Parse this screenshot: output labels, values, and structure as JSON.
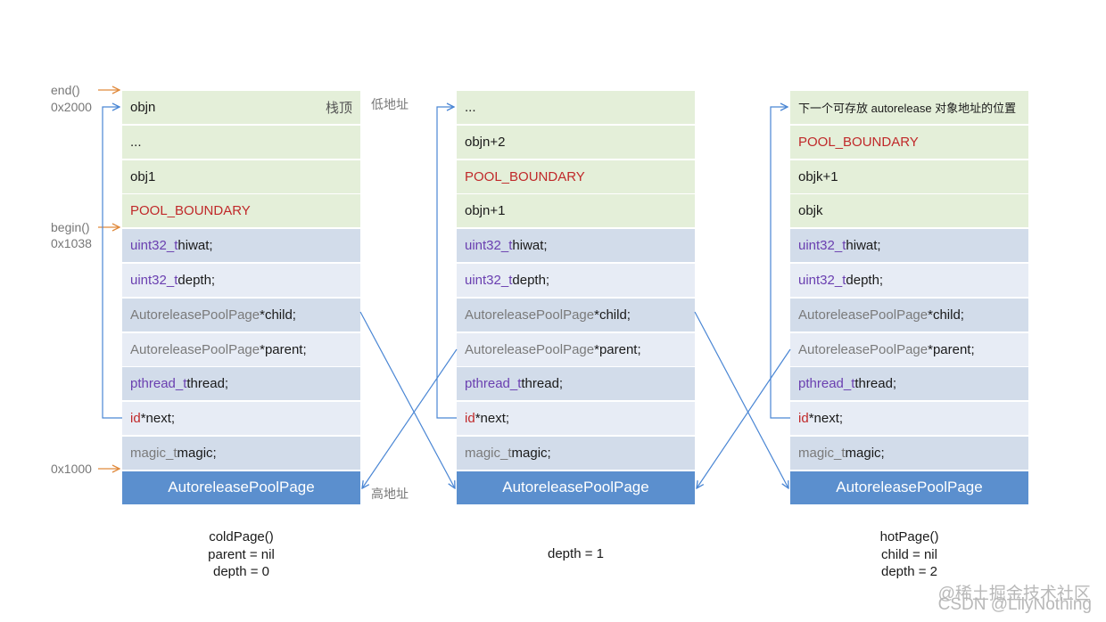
{
  "columns": [
    {
      "cells": [
        {
          "parts": [
            {
              "text": "objn",
              "color": "dark"
            }
          ],
          "bg": "green",
          "tag": "栈顶"
        },
        {
          "parts": [
            {
              "text": "...",
              "color": "dark"
            }
          ],
          "bg": "green"
        },
        {
          "parts": [
            {
              "text": "obj1",
              "color": "dark"
            }
          ],
          "bg": "green"
        },
        {
          "parts": [
            {
              "text": "POOL_BOUNDARY",
              "color": "red"
            }
          ],
          "bg": "green"
        },
        {
          "parts": [
            {
              "text": "uint32_t",
              "color": "purple"
            },
            {
              "text": " hiwat;",
              "color": "dark"
            }
          ],
          "bg": "blue-d"
        },
        {
          "parts": [
            {
              "text": "uint32_t",
              "color": "purple"
            },
            {
              "text": " depth;",
              "color": "dark"
            }
          ],
          "bg": "blue-l"
        },
        {
          "parts": [
            {
              "text": "AutoreleasePoolPage",
              "color": "grey"
            },
            {
              "text": " *child;",
              "color": "dark"
            }
          ],
          "bg": "blue-d"
        },
        {
          "parts": [
            {
              "text": "AutoreleasePoolPage",
              "color": "grey"
            },
            {
              "text": " *parent;",
              "color": "dark"
            }
          ],
          "bg": "blue-l"
        },
        {
          "parts": [
            {
              "text": "pthread_t",
              "color": "purple"
            },
            {
              "text": " thread;",
              "color": "dark"
            }
          ],
          "bg": "blue-d"
        },
        {
          "parts": [
            {
              "text": "id",
              "color": "red"
            },
            {
              "text": " *next;",
              "color": "dark"
            }
          ],
          "bg": "blue-l"
        },
        {
          "parts": [
            {
              "text": "magic_t",
              "color": "grey"
            },
            {
              "text": " magic;",
              "color": "dark"
            }
          ],
          "bg": "blue-d"
        }
      ],
      "footer": "AutoreleasePoolPage",
      "caption": [
        "coldPage()",
        "parent = nil",
        "depth = 0"
      ]
    },
    {
      "cells": [
        {
          "parts": [
            {
              "text": "...",
              "color": "dark"
            }
          ],
          "bg": "green"
        },
        {
          "parts": [
            {
              "text": "objn+2",
              "color": "dark"
            }
          ],
          "bg": "green"
        },
        {
          "parts": [
            {
              "text": "POOL_BOUNDARY",
              "color": "red"
            }
          ],
          "bg": "green"
        },
        {
          "parts": [
            {
              "text": "objn+1",
              "color": "dark"
            }
          ],
          "bg": "green"
        },
        {
          "parts": [
            {
              "text": "uint32_t",
              "color": "purple"
            },
            {
              "text": " hiwat;",
              "color": "dark"
            }
          ],
          "bg": "blue-d"
        },
        {
          "parts": [
            {
              "text": "uint32_t",
              "color": "purple"
            },
            {
              "text": " depth;",
              "color": "dark"
            }
          ],
          "bg": "blue-l"
        },
        {
          "parts": [
            {
              "text": "AutoreleasePoolPage",
              "color": "grey"
            },
            {
              "text": " *child;",
              "color": "dark"
            }
          ],
          "bg": "blue-d"
        },
        {
          "parts": [
            {
              "text": "AutoreleasePoolPage",
              "color": "grey"
            },
            {
              "text": " *parent;",
              "color": "dark"
            }
          ],
          "bg": "blue-l"
        },
        {
          "parts": [
            {
              "text": "pthread_t",
              "color": "purple"
            },
            {
              "text": " thread;",
              "color": "dark"
            }
          ],
          "bg": "blue-d"
        },
        {
          "parts": [
            {
              "text": "id",
              "color": "red"
            },
            {
              "text": " *next;",
              "color": "dark"
            }
          ],
          "bg": "blue-l"
        },
        {
          "parts": [
            {
              "text": "magic_t",
              "color": "grey"
            },
            {
              "text": " magic;",
              "color": "dark"
            }
          ],
          "bg": "blue-d"
        }
      ],
      "footer": "AutoreleasePoolPage",
      "caption": [
        "depth = 1"
      ]
    },
    {
      "cells": [
        {
          "parts": [
            {
              "text": "下一个可存放 autorelease 对象地址的位置",
              "color": "dark"
            }
          ],
          "bg": "green",
          "small": true
        },
        {
          "parts": [
            {
              "text": "POOL_BOUNDARY",
              "color": "red"
            }
          ],
          "bg": "green"
        },
        {
          "parts": [
            {
              "text": "objk+1",
              "color": "dark"
            }
          ],
          "bg": "green"
        },
        {
          "parts": [
            {
              "text": "objk",
              "color": "dark"
            }
          ],
          "bg": "green"
        },
        {
          "parts": [
            {
              "text": "uint32_t",
              "color": "purple"
            },
            {
              "text": " hiwat;",
              "color": "dark"
            }
          ],
          "bg": "blue-d"
        },
        {
          "parts": [
            {
              "text": "uint32_t",
              "color": "purple"
            },
            {
              "text": " depth;",
              "color": "dark"
            }
          ],
          "bg": "blue-l"
        },
        {
          "parts": [
            {
              "text": "AutoreleasePoolPage",
              "color": "grey"
            },
            {
              "text": " *child;",
              "color": "dark"
            }
          ],
          "bg": "blue-d"
        },
        {
          "parts": [
            {
              "text": "AutoreleasePoolPage",
              "color": "grey"
            },
            {
              "text": " *parent;",
              "color": "dark"
            }
          ],
          "bg": "blue-l"
        },
        {
          "parts": [
            {
              "text": "pthread_t",
              "color": "purple"
            },
            {
              "text": " thread;",
              "color": "dark"
            }
          ],
          "bg": "blue-d"
        },
        {
          "parts": [
            {
              "text": "id",
              "color": "red"
            },
            {
              "text": " *next;",
              "color": "dark"
            }
          ],
          "bg": "blue-l"
        },
        {
          "parts": [
            {
              "text": "magic_t",
              "color": "grey"
            },
            {
              "text": " magic;",
              "color": "dark"
            }
          ],
          "bg": "blue-d"
        }
      ],
      "footer": "AutoreleasePoolPage",
      "caption": [
        "hotPage()",
        "child = nil",
        "depth = 2"
      ]
    }
  ],
  "labels": {
    "end": "end()",
    "addr_top": "0x2000",
    "begin": "begin()",
    "addr_begin": "0x1038",
    "addr_bottom": "0x1000",
    "low_addr": "低地址",
    "high_addr": "高地址"
  },
  "watermark": {
    "line1": "@稀土掘金技术社区",
    "line2": "CSDN @LilyNothing"
  },
  "colors": {
    "green_cell": "#e4efd9",
    "blue_dark_cell": "#d2dcea",
    "blue_light_cell": "#e7ecf5",
    "footer": "#5b8fce",
    "orange_arrow": "#e08a3c",
    "blue_arrow": "#4a86d4",
    "red_text": "#c0292a",
    "purple_text": "#6a3fb0"
  }
}
